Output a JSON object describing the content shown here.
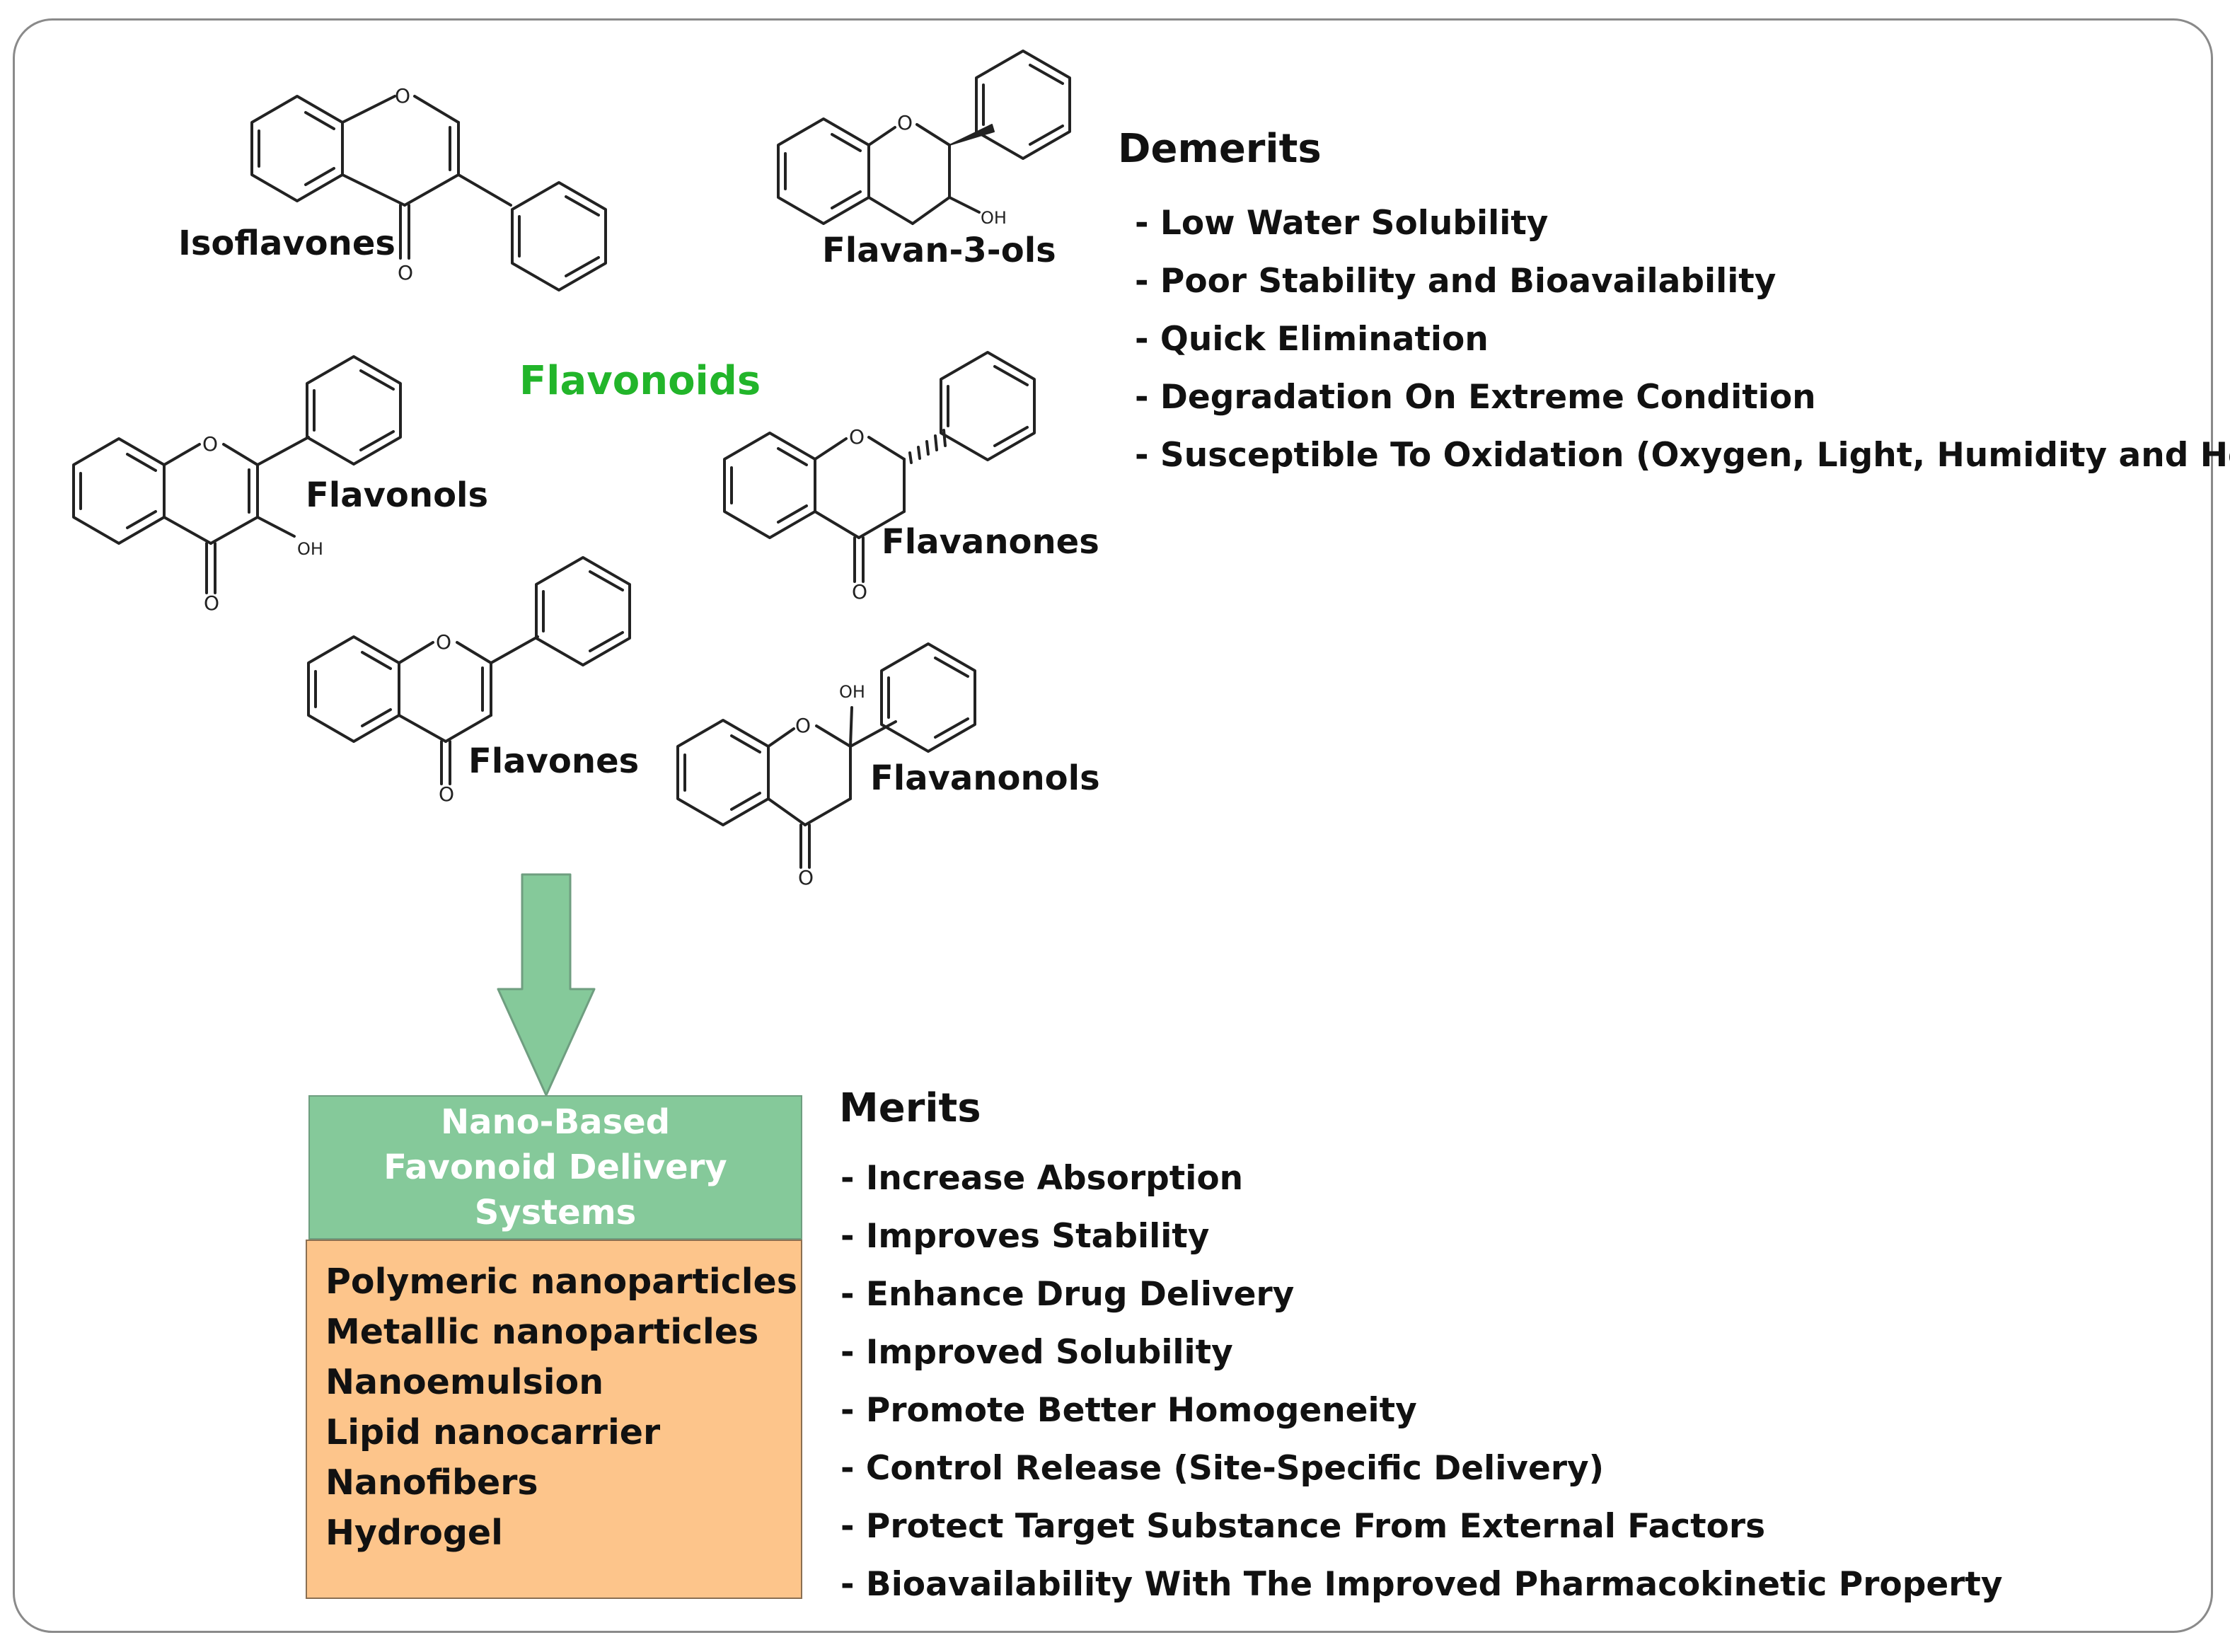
{
  "center_title": "Flavonoids",
  "structures": [
    {
      "name": "Isoflavones"
    },
    {
      "name": "Flavan-3-ols"
    },
    {
      "name": "Flavonols"
    },
    {
      "name": "Flavanones"
    },
    {
      "name": "Flavones"
    },
    {
      "name": "Flavanonols"
    }
  ],
  "atoms": {
    "oxygen": "O",
    "hydroxyl": "OH"
  },
  "demerits": {
    "heading": "Demerits",
    "items": [
      "- Low Water Solubility",
      "- Poor Stability and Bioavailability",
      "- Quick Elimination",
      "- Degradation On Extreme Condition",
      "- Susceptible To Oxidation (Oxygen, Light, Humidity and Heat)"
    ]
  },
  "delivery_box": {
    "title_line1": "Nano-Based",
    "title_line2": "Favonoid Delivery Systems",
    "items": [
      "Polymeric nanoparticles",
      "Metallic nanoparticles",
      "Nanoemulsion",
      "Lipid nanocarrier",
      "Nanofibers",
      "Hydrogel"
    ]
  },
  "merits": {
    "heading": "Merits",
    "items": [
      "- Increase Absorption",
      "- Improves Stability",
      "- Enhance Drug Delivery",
      "- Improved Solubility",
      "- Promote Better Homogeneity",
      "- Control Release (Site-Specific Delivery)",
      "- Protect Target Substance From External Factors",
      "- Bioavailability With The Improved Pharmacokinetic Property"
    ]
  },
  "colors": {
    "title_green": "#22b52a",
    "arrow_green": "#85c99a",
    "box_header_green": "#85c99a",
    "box_body_orange": "#fdc58b"
  }
}
